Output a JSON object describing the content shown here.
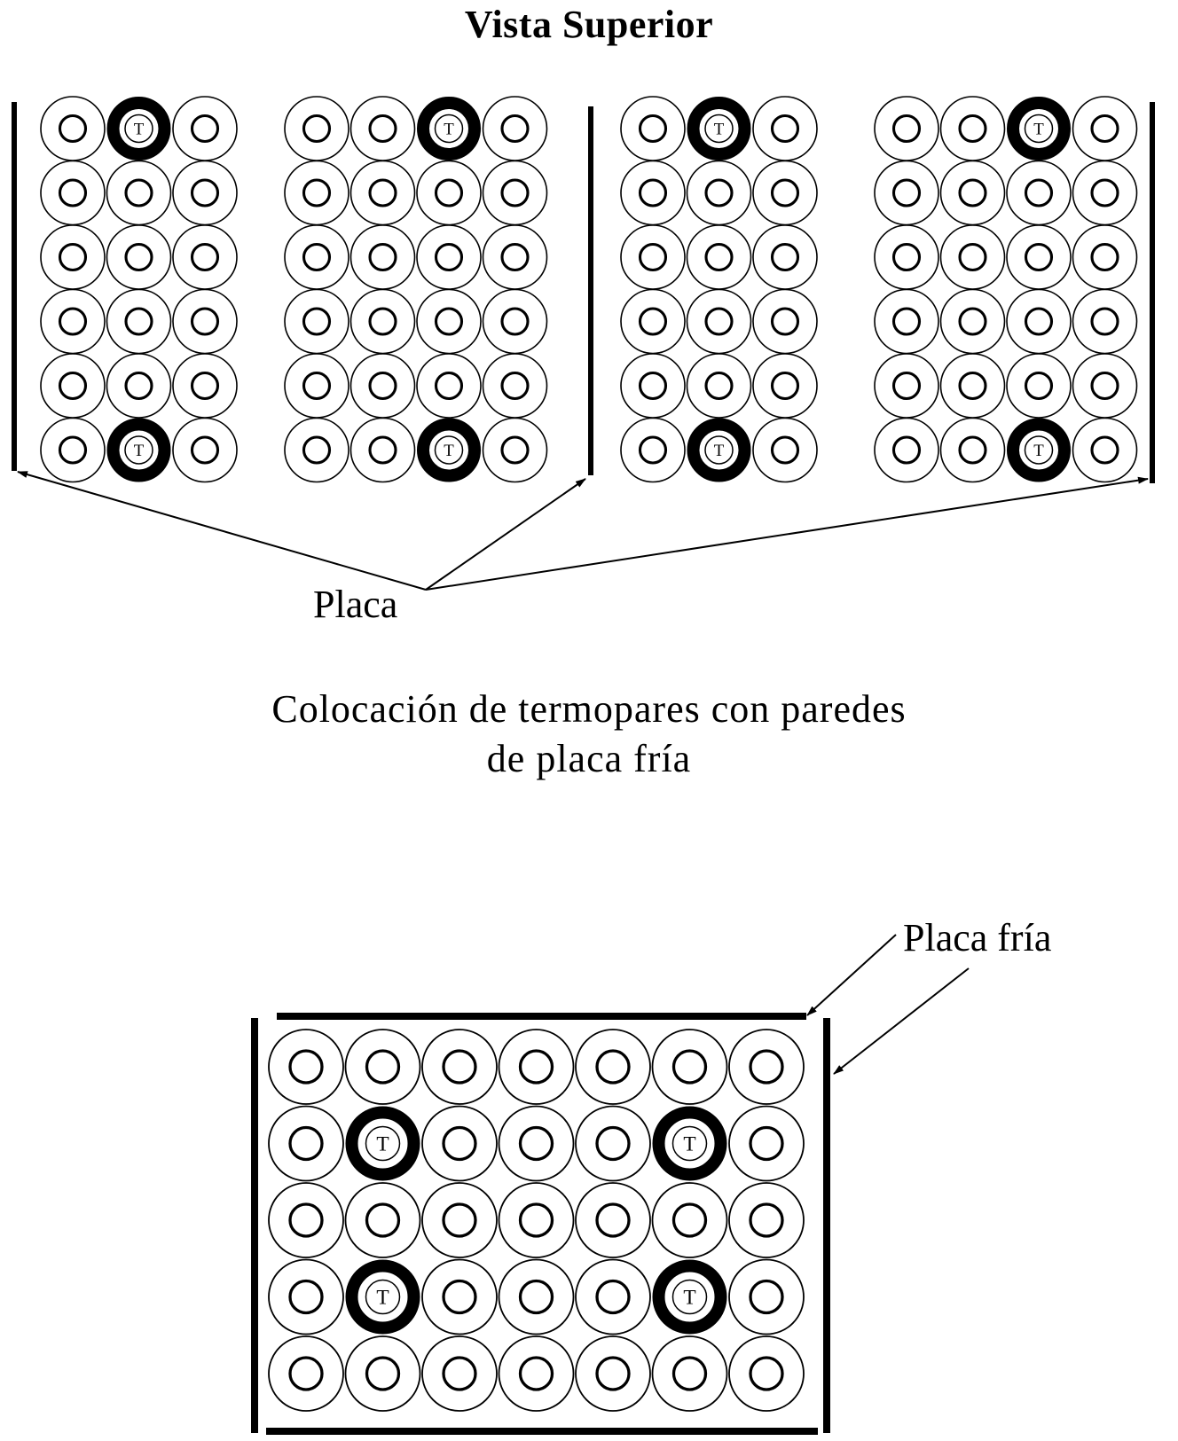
{
  "diagram": {
    "title": "Vista Superior",
    "placa_label": "Placa",
    "caption_line1": "Colocación de termopares con paredes",
    "caption_line2": "de placa fría",
    "placa_fria_label": "Placa fría",
    "thermocouple_marker": "T",
    "colors": {
      "ink": "#000000",
      "background": "#ffffff"
    },
    "top_modules": [
      {
        "cols": 3,
        "rows": 6,
        "thermocouples": [
          [
            0,
            1
          ],
          [
            5,
            1
          ]
        ]
      },
      {
        "cols": 4,
        "rows": 6,
        "thermocouples": [
          [
            0,
            2
          ],
          [
            5,
            2
          ]
        ]
      },
      {
        "cols": 3,
        "rows": 6,
        "thermocouples": [
          [
            0,
            1
          ],
          [
            5,
            1
          ]
        ]
      },
      {
        "cols": 4,
        "rows": 6,
        "thermocouples": [
          [
            0,
            2
          ],
          [
            5,
            2
          ]
        ]
      }
    ],
    "bottom_module": {
      "cols": 7,
      "rows": 5,
      "thermocouples": [
        [
          1,
          1
        ],
        [
          1,
          5
        ],
        [
          3,
          1
        ],
        [
          3,
          5
        ]
      ]
    }
  }
}
